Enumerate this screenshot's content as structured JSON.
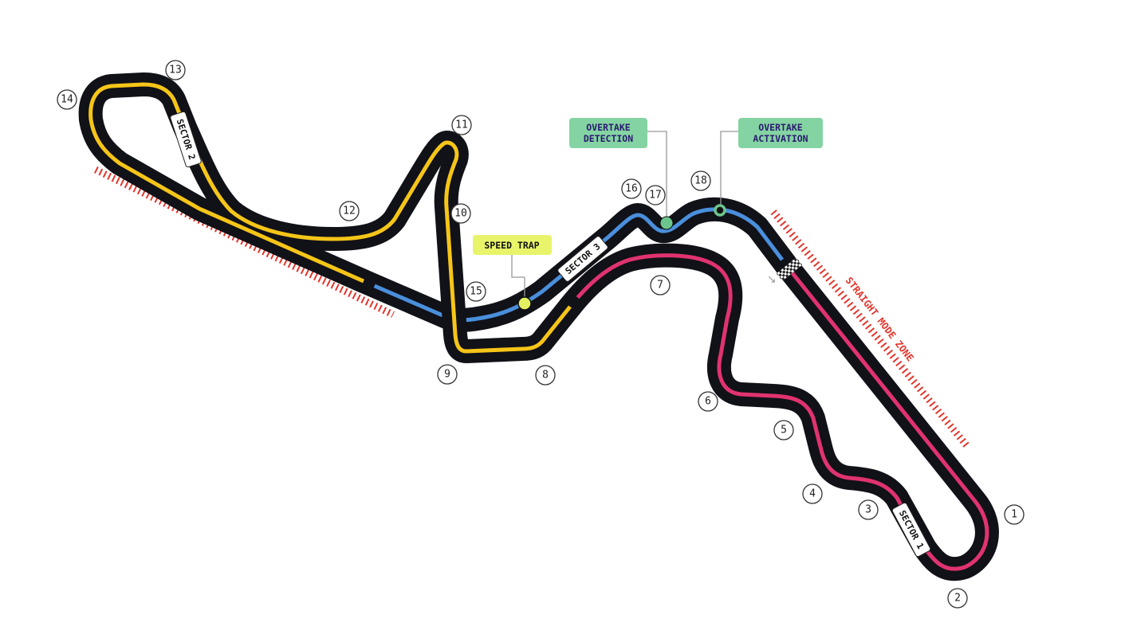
{
  "track": {
    "colors": {
      "sector1": "#e0336f",
      "sector2": "#f5c518",
      "sector3": "#4a8fdb",
      "asphalt": "#111118",
      "zone": "#e3342b"
    },
    "sectors": [
      "SECTOR 1",
      "SECTOR 2",
      "SECTOR 3"
    ],
    "turns": [
      "1",
      "2",
      "3",
      "4",
      "5",
      "6",
      "7",
      "8",
      "9",
      "10",
      "11",
      "12",
      "13",
      "14",
      "15",
      "16",
      "17",
      "18"
    ],
    "straight_mode_zone": "STRAIGHT MODE ZONE",
    "callouts": {
      "speed_trap": "SPEED TRAP",
      "overtake_detection": [
        "OVERTAKE",
        "DETECTION"
      ],
      "overtake_activation": [
        "OVERTAKE",
        "ACTIVATION"
      ]
    },
    "callout_colors": {
      "speed_trap": "#e8f46a",
      "overtake": "#84d3a2",
      "overtake_text": "#2a1a70"
    }
  }
}
